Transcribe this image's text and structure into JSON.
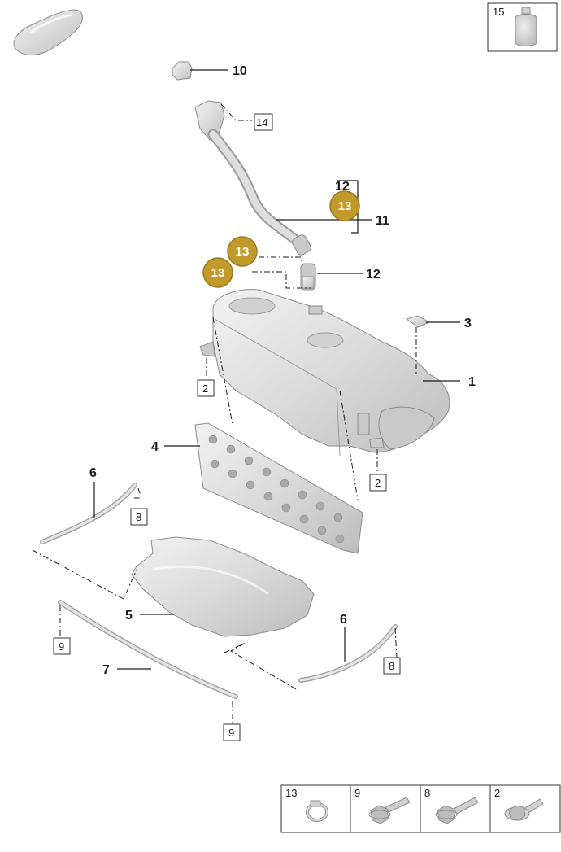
{
  "callouts": {
    "n1": "1",
    "n2a": "2",
    "n2b": "2",
    "n3": "3",
    "n4": "4",
    "n5": "5",
    "n6a": "6",
    "n6b": "6",
    "n7": "7",
    "n8a": "8",
    "n8b": "8",
    "n9a": "9",
    "n9b": "9",
    "n10": "10",
    "n11": "11",
    "n12a": "12",
    "n12b": "12",
    "n14": "14"
  },
  "badges": {
    "b1": "13",
    "b2": "13",
    "b3": "13"
  },
  "inset_15": {
    "number": "15"
  },
  "legend": [
    {
      "number": "13",
      "icon": "hose-clamp-icon"
    },
    {
      "number": "9",
      "icon": "flange-bolt-icon"
    },
    {
      "number": "8",
      "icon": "flange-bolt-icon"
    },
    {
      "number": "2",
      "icon": "flange-nut-bolt-icon"
    }
  ],
  "colors": {
    "badge": "#c19a2b",
    "badge_border": "#9a7a1c",
    "part": "#dcdcdc"
  }
}
